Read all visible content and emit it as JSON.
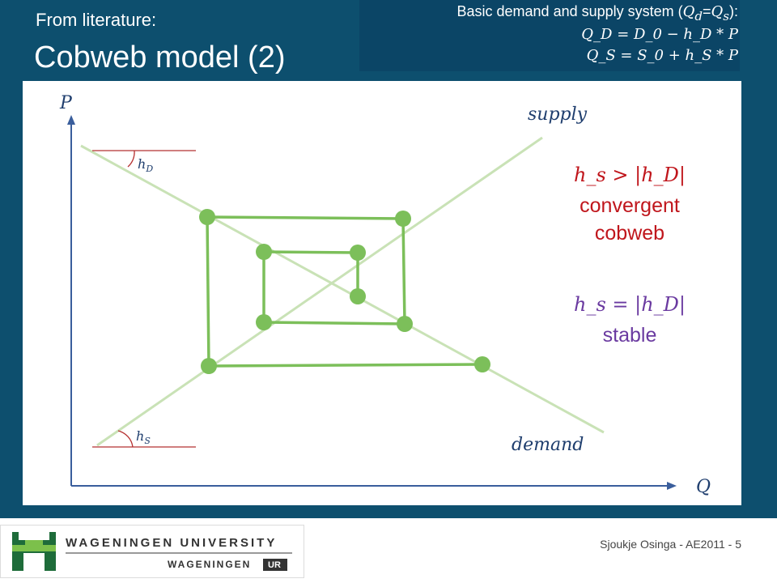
{
  "header": {
    "subtitle": "From literature:",
    "title": "Cobweb model (2)"
  },
  "equations": {
    "intro": "Basic demand and supply system (Q_d=Q_s):",
    "intro_pre": "Basic demand and supply system (",
    "intro_math": "Q",
    "intro_sub1": "d",
    "intro_eq": "=",
    "intro_sub2": "s",
    "intro_post": "):",
    "demand": "Q_D = D_0 − h_D * P",
    "supply": "Q_S = S_0 + h_S * P"
  },
  "diagram": {
    "axis_y_label": "P",
    "axis_x_label": "Q",
    "supply_label": "supply",
    "demand_label": "demand",
    "hD_label": "h",
    "hD_sub": "D",
    "hS_label": "h",
    "hS_sub": "S",
    "convergent_condition": "h_s > |h_D|",
    "convergent_text_1": "convergent",
    "convergent_text_2": "cobweb",
    "stable_condition": "h_s = |h_D|",
    "stable_text": "stable"
  },
  "colors": {
    "background": "#0d4f6e",
    "header_box": "#0b4566",
    "line_light": "#c9e2b6",
    "cobweb": "#7cbf5a",
    "convergent": "#c0161c",
    "stable": "#6a3aa0",
    "angle": "#b53030"
  },
  "footer": {
    "logo_top": "WAGENINGEN UNIVERSITY",
    "logo_bottom_pre": "WAGENINGEN",
    "logo_bottom_ur": "UR",
    "credit": "Sjoukje Osinga - AE2011 - 5"
  }
}
